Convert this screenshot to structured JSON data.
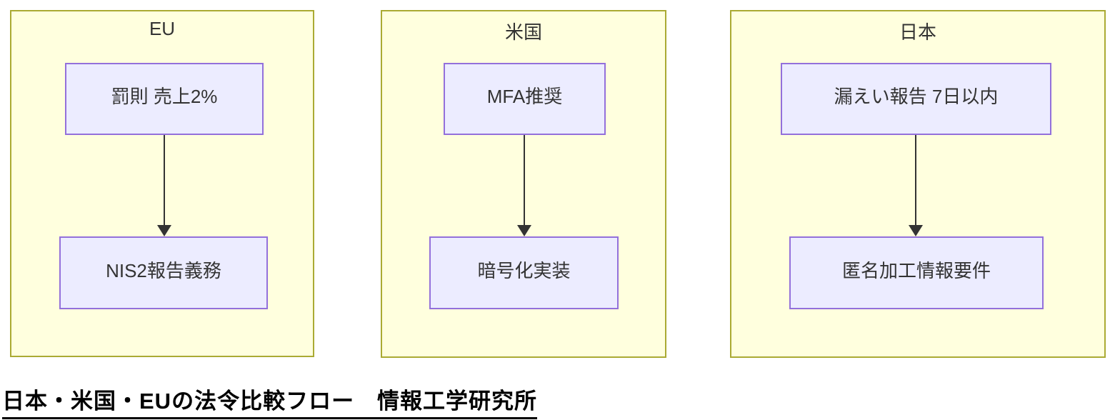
{
  "diagram": {
    "type": "flowchart",
    "direction": "top-down",
    "groups": [
      {
        "title": "EU",
        "nodes": [
          {
            "label": "罰則 売上2%"
          },
          {
            "label": "NIS2報告義務"
          }
        ],
        "edges": [
          {
            "from": 0,
            "to": 1
          }
        ]
      },
      {
        "title": "米国",
        "nodes": [
          {
            "label": "MFA推奨"
          },
          {
            "label": "暗号化実装"
          }
        ],
        "edges": [
          {
            "from": 0,
            "to": 1
          }
        ]
      },
      {
        "title": "日本",
        "nodes": [
          {
            "label": "漏えい報告 7日以内"
          },
          {
            "label": "匿名加工情報要件"
          }
        ],
        "edges": [
          {
            "from": 0,
            "to": 1
          }
        ]
      }
    ]
  },
  "caption": "日本・米国・EUの法令比較フロー　情報工学研究所",
  "colors": {
    "background": "#ffffff",
    "cluster_bg": "#ffffde",
    "cluster_border": "#aaaa33",
    "node_bg": "#ececff",
    "node_border": "#9370db",
    "edge": "#333333",
    "text": "#333333",
    "caption_text": "#000000"
  }
}
